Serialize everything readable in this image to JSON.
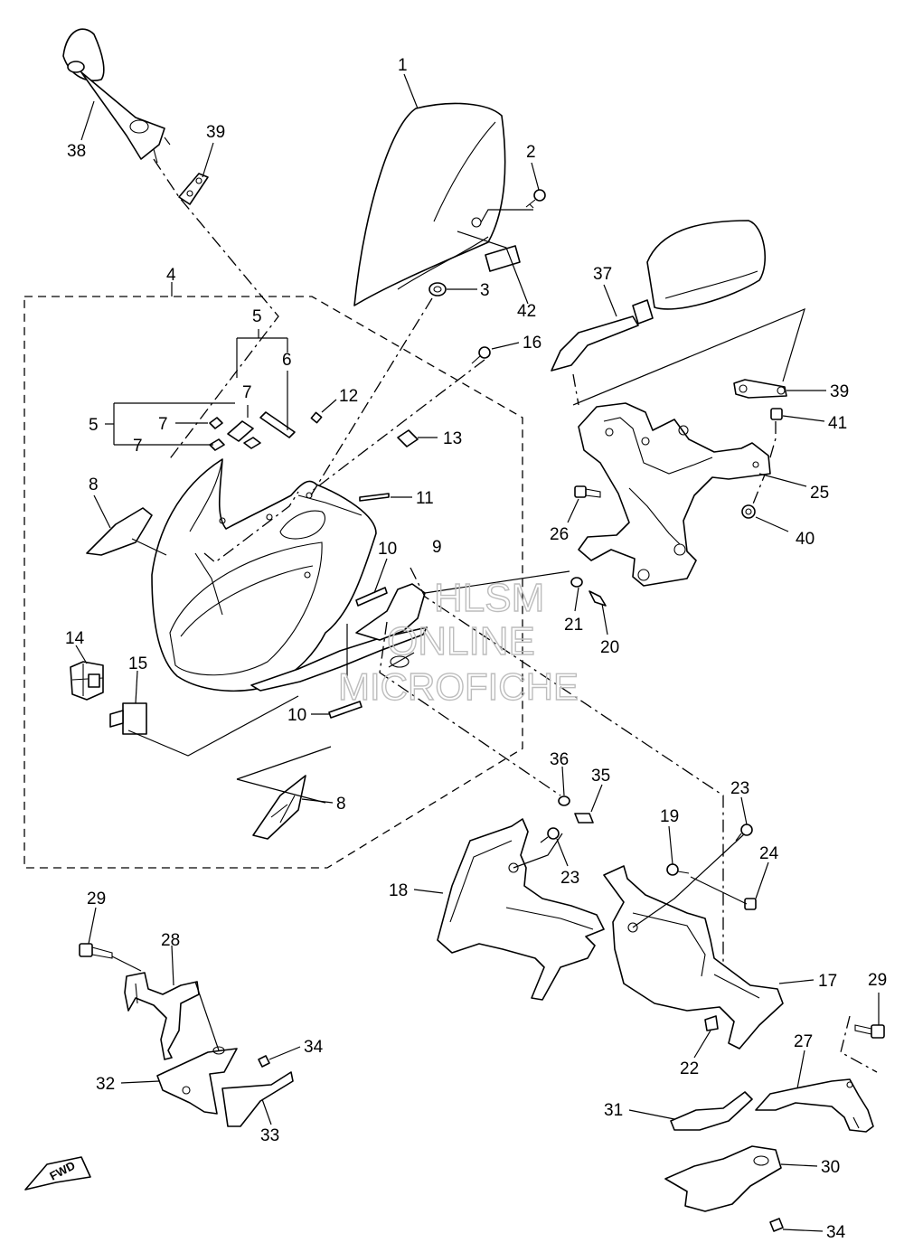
{
  "diagram": {
    "type": "exploded-parts-diagram",
    "callouts": {
      "c1": "1",
      "c2": "2",
      "c3": "3",
      "c4": "4",
      "c5a": "5",
      "c5b": "5",
      "c6": "6",
      "c7a": "7",
      "c7b": "7",
      "c7c": "7",
      "c8a": "8",
      "c8b": "8",
      "c9": "9",
      "c10a": "10",
      "c10b": "10",
      "c11": "11",
      "c12": "12",
      "c13": "13",
      "c14": "14",
      "c15": "15",
      "c16": "16",
      "c17": "17",
      "c18": "18",
      "c19": "19",
      "c20": "20",
      "c21": "21",
      "c22": "22",
      "c23a": "23",
      "c23b": "23",
      "c24": "24",
      "c25": "25",
      "c26": "26",
      "c27": "27",
      "c28": "28",
      "c29a": "29",
      "c29b": "29",
      "c30": "30",
      "c31": "31",
      "c32": "32",
      "c33": "33",
      "c34a": "34",
      "c34b": "34",
      "c35": "35",
      "c36": "36",
      "c37": "37",
      "c38": "38",
      "c39a": "39",
      "c39b": "39",
      "c40": "40",
      "c41": "41",
      "c42": "42"
    },
    "watermark": {
      "line1": "HLSM",
      "line2": "ONLINE",
      "line3": "MICROFICHE"
    },
    "direction_badge": "FWD"
  }
}
